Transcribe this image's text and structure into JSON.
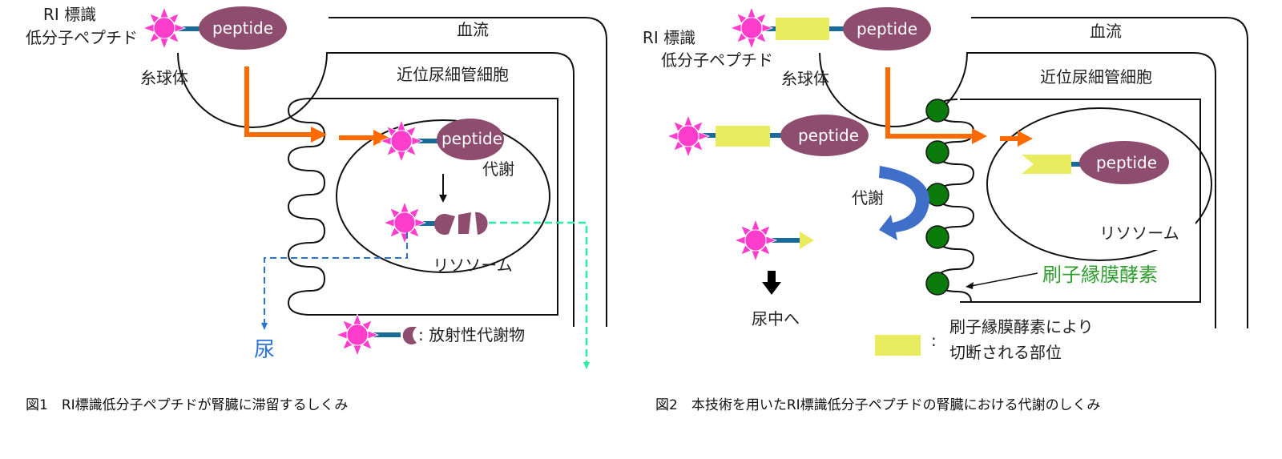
{
  "colors": {
    "ri_star": "#ff3dcc",
    "peptide": "#8e4c6e",
    "linker": "#1a6a9a",
    "cleavage_site": "#e9ec5e",
    "orange_arrow": "#ff6a00",
    "blood_red": "#ff0000",
    "urine_blue": "#2a73d6",
    "green_dash": "#27f0a0",
    "enzyme_green": "#0a7a0a",
    "enzyme_label": "#2e9e2e",
    "metabolism_arrow": "#3f6fc8"
  },
  "figure1": {
    "ri_label_line1": "RI 標識",
    "ri_label_line2": "低分子ペプチド",
    "peptide_label": "peptide",
    "glomerulus": "糸球体",
    "blood_flow": "血流",
    "tubule_cell": "近位尿細管細胞",
    "lysosome_peptide_label": "peptide",
    "metabolism": "代謝",
    "lysosome": "リソソーム",
    "urine": "尿",
    "legend_text": ": 放射性代謝物",
    "caption": "図1　RI標識低分子ペプチドが腎臓に滞留するしくみ"
  },
  "figure2": {
    "ri_label_line1": "RI 標識",
    "ri_label_line2": "低分子ペプチド",
    "peptide_label": "peptide",
    "glomerulus": "糸球体",
    "blood_flow": "血流",
    "tubule_cell": "近位尿細管細胞",
    "left_peptide_label": "peptide",
    "metabolism": "代謝",
    "lysosome_peptide_label": "peptide",
    "lysosome": "リソソーム",
    "enzyme": "刷子縁膜酵素",
    "to_urine": "尿中へ",
    "legend_colon": ":",
    "legend_line1": "刷子縁膜酵素により",
    "legend_line2": "切断される部位",
    "caption": "図2　本技術を用いたRI標識低分子ペプチドの腎臓における代謝のしくみ"
  }
}
